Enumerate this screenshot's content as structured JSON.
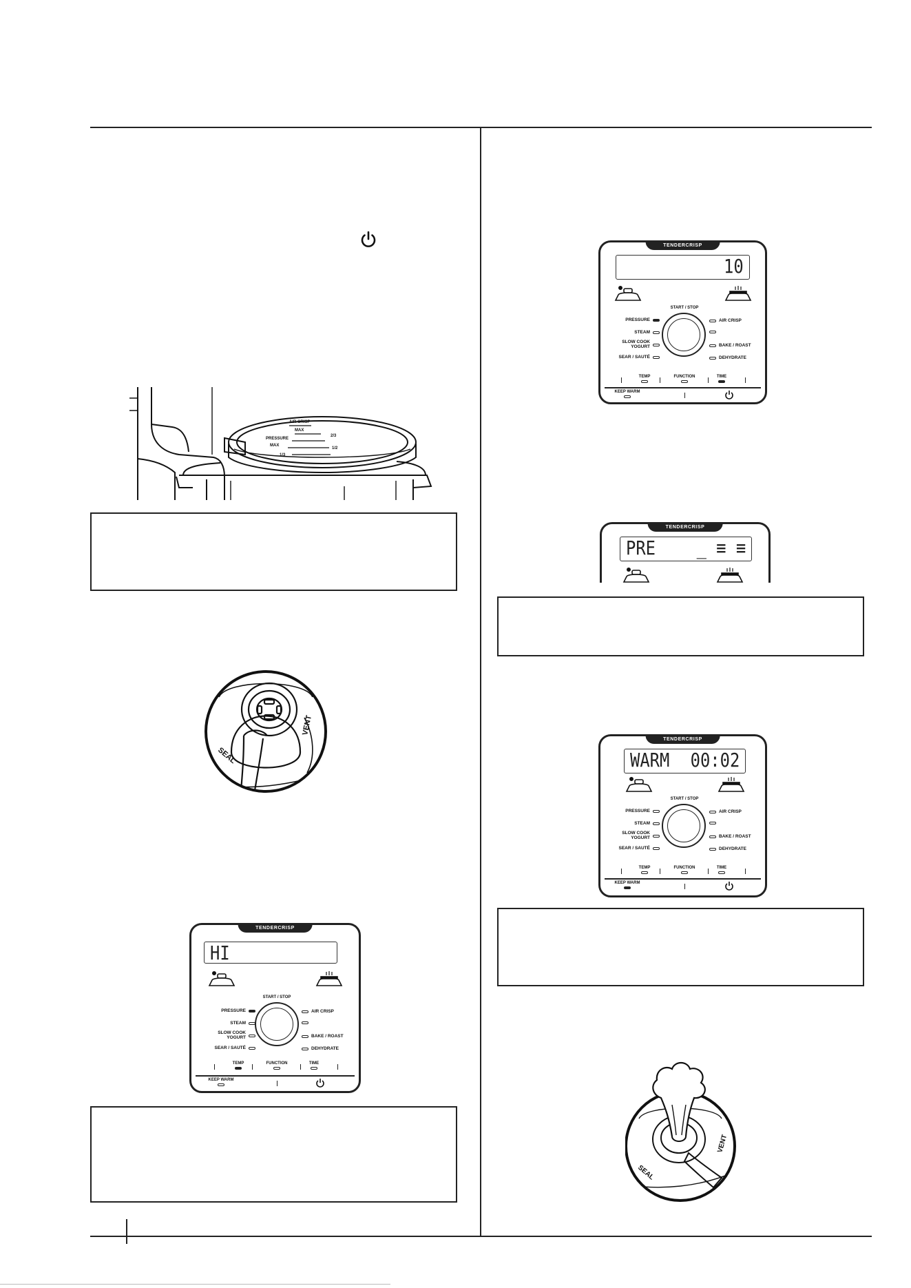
{
  "brand": "TENDERCRISP",
  "functions_left": [
    {
      "label": "PRESSURE"
    },
    {
      "label": "STEAM"
    },
    {
      "label": "SLOW COOK\nYOGURT"
    },
    {
      "label": "SEAR / SAUTÉ"
    }
  ],
  "functions_right": [
    {
      "label": "AIR CRISP"
    },
    {
      "label": ""
    },
    {
      "label": "BAKE / ROAST"
    },
    {
      "label": "DEHYDRATE"
    }
  ],
  "start_stop": "START / STOP",
  "bottom_controls": {
    "temp": "TEMP",
    "function": "FUNCTION",
    "time": "TIME",
    "keep_warm": "KEEP WARM"
  },
  "panels": {
    "hi": {
      "lcd_left": "HI",
      "lcd_right": ""
    },
    "ten": {
      "lcd_left": "",
      "lcd_right": "10"
    },
    "pre": {
      "lcd_left": "PRE",
      "lcd_right": "_ ≡ ≡"
    },
    "warm": {
      "lcd_left": "WARM",
      "lcd_right": "00:02"
    }
  },
  "valve": {
    "seal": "SEAL",
    "vent": "VENT"
  },
  "lid_markings": [
    "AIR CRISP",
    "MAX",
    "PRESSURE",
    "MAX",
    "2/3",
    "1/2",
    "1/3"
  ]
}
